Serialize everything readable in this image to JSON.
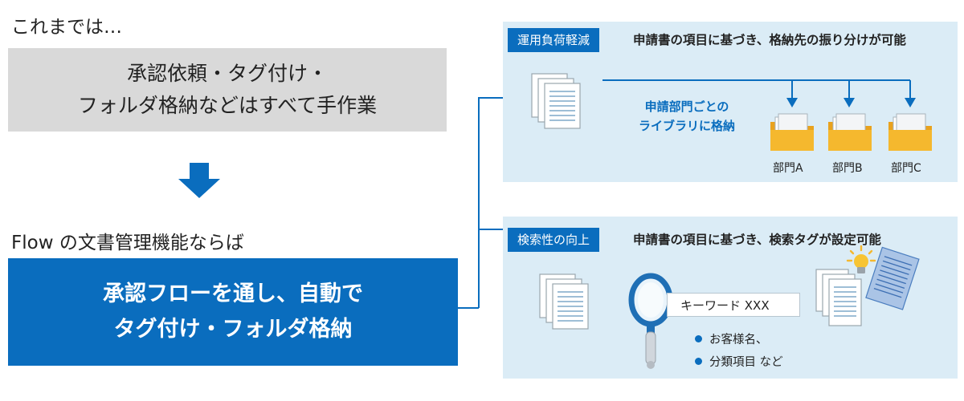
{
  "left": {
    "before_heading": "これまでは…",
    "before_lines": [
      "承認依頼・タグ付け・",
      "フォルダ格納などはすべて手作業"
    ],
    "after_heading": "Flow の文書管理機能ならば",
    "after_lines": [
      "承認フローを通し、自動で",
      "タグ付け・フォルダ格納"
    ]
  },
  "panel_top": {
    "tag": "運用負荷軽減",
    "title": "申請書の項目に基づき、格納先の振り分けが可能",
    "center_lines": [
      "申請部門ごとの",
      "ライブラリに格納"
    ],
    "departments": [
      "部門A",
      "部門B",
      "部門C"
    ]
  },
  "panel_bottom": {
    "tag": "検索性の向上",
    "title": "申請書の項目に基づき、検索タグが設定可能",
    "search_value": "キーワード XXX",
    "bullets": [
      "お客様名、",
      "分類項目 など"
    ]
  },
  "colors": {
    "accent_blue": "#0a6dbe",
    "panel_bg": "#dbecf6",
    "gray_box": "#d9d9d9",
    "folder_yellow": "#f5b82e"
  }
}
